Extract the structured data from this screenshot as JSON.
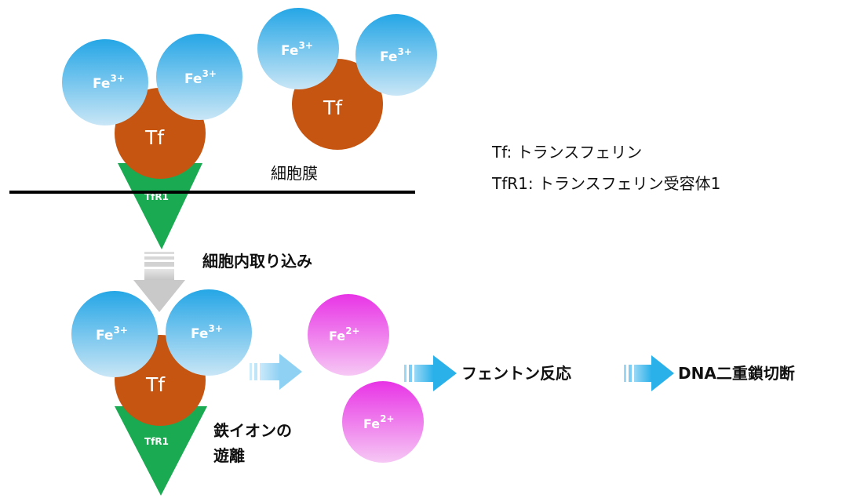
{
  "molecules": {
    "fe3_label": "Fe",
    "fe3_charge": "3+",
    "fe2_label": "Fe",
    "fe2_charge": "2+",
    "tf_label": "Tf",
    "tfr1_label": "TfR1"
  },
  "labels": {
    "membrane": "細胞膜",
    "internalization": "細胞内取り込み",
    "iron_release_line1": "鉄イオンの",
    "iron_release_line2": "遊離",
    "fenton": "フェントン反応",
    "dna_break": "DNA二重鎖切断"
  },
  "legend": {
    "tf": "Tf: トランスフェリン",
    "tfr1": "TfR1: トランスフェリン受容体1"
  },
  "colors": {
    "fe3_top": "#25a6e6",
    "fe3_bottom": "#c9e6f6",
    "fe2_top": "#e834e6",
    "fe2_bottom": "#f6c8f4",
    "tf": "#c55511",
    "tfr1": "#1aaa52",
    "membrane": "#000000",
    "gray_arrow": "#cfcfcf",
    "blue_arrow": "#2bb1ea",
    "light_blue_arrow": "#a9dcf6"
  }
}
